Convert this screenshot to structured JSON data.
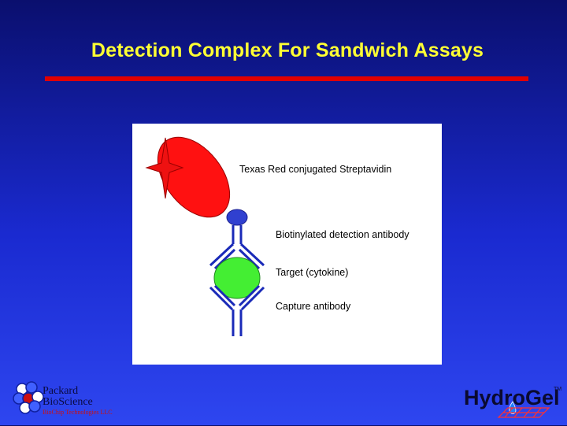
{
  "slide": {
    "title": "Detection Complex For Sandwich Assays"
  },
  "diagram": {
    "labels": {
      "streptavidin": "Texas Red conjugated Streptavidin",
      "detection_antibody": "Biotinylated detection antibody",
      "target": "Target (cytokine)",
      "capture_antibody": "Capture antibody"
    },
    "colors": {
      "streptavidin": "#ff1111",
      "texas_red_star": "#ee1111",
      "biotin": "#3040d0",
      "antibody": "#1a2ab8",
      "target": "#44ee33"
    }
  },
  "logos": {
    "packard_line1": "Packard",
    "packard_line2": "BioScience",
    "packard_line3": "BioChip Technologies LLC",
    "hydrogel": "HydroGel",
    "hydrogel_mark": "TM"
  },
  "palette": {
    "title_color": "#ffff33",
    "rule_color": "#e00000"
  }
}
